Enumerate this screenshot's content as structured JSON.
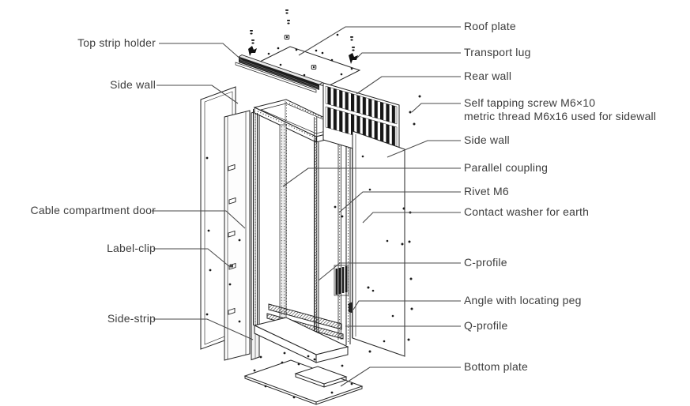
{
  "diagram": {
    "type": "exploded-view-cabinet",
    "colors": {
      "background": "#ffffff",
      "drawing_line": "#222222",
      "leader_line": "#4a4a4a",
      "label_text": "#3d3d3d",
      "dark_fill": "#1b1b1b"
    }
  },
  "labels": {
    "left": [
      {
        "text": "Top strip holder"
      },
      {
        "text": "Side wall"
      },
      {
        "text": "Cable compartment door"
      },
      {
        "text": "Label-clip"
      },
      {
        "text": "Side-strip"
      }
    ],
    "right": [
      {
        "text": "Roof plate"
      },
      {
        "text": "Transport lug"
      },
      {
        "text": "Rear wall"
      },
      {
        "text": "Self tapping screw M6×10",
        "text2": "metric thread M6x16 used for sidewall"
      },
      {
        "text": "Side wall"
      },
      {
        "text": "Parallel coupling"
      },
      {
        "text": "Rivet M6"
      },
      {
        "text": "Contact washer for earth"
      },
      {
        "text": "C-profile"
      },
      {
        "text": "Angle with locating peg"
      },
      {
        "text": "Q-profile"
      },
      {
        "text": "Bottom plate"
      }
    ]
  }
}
